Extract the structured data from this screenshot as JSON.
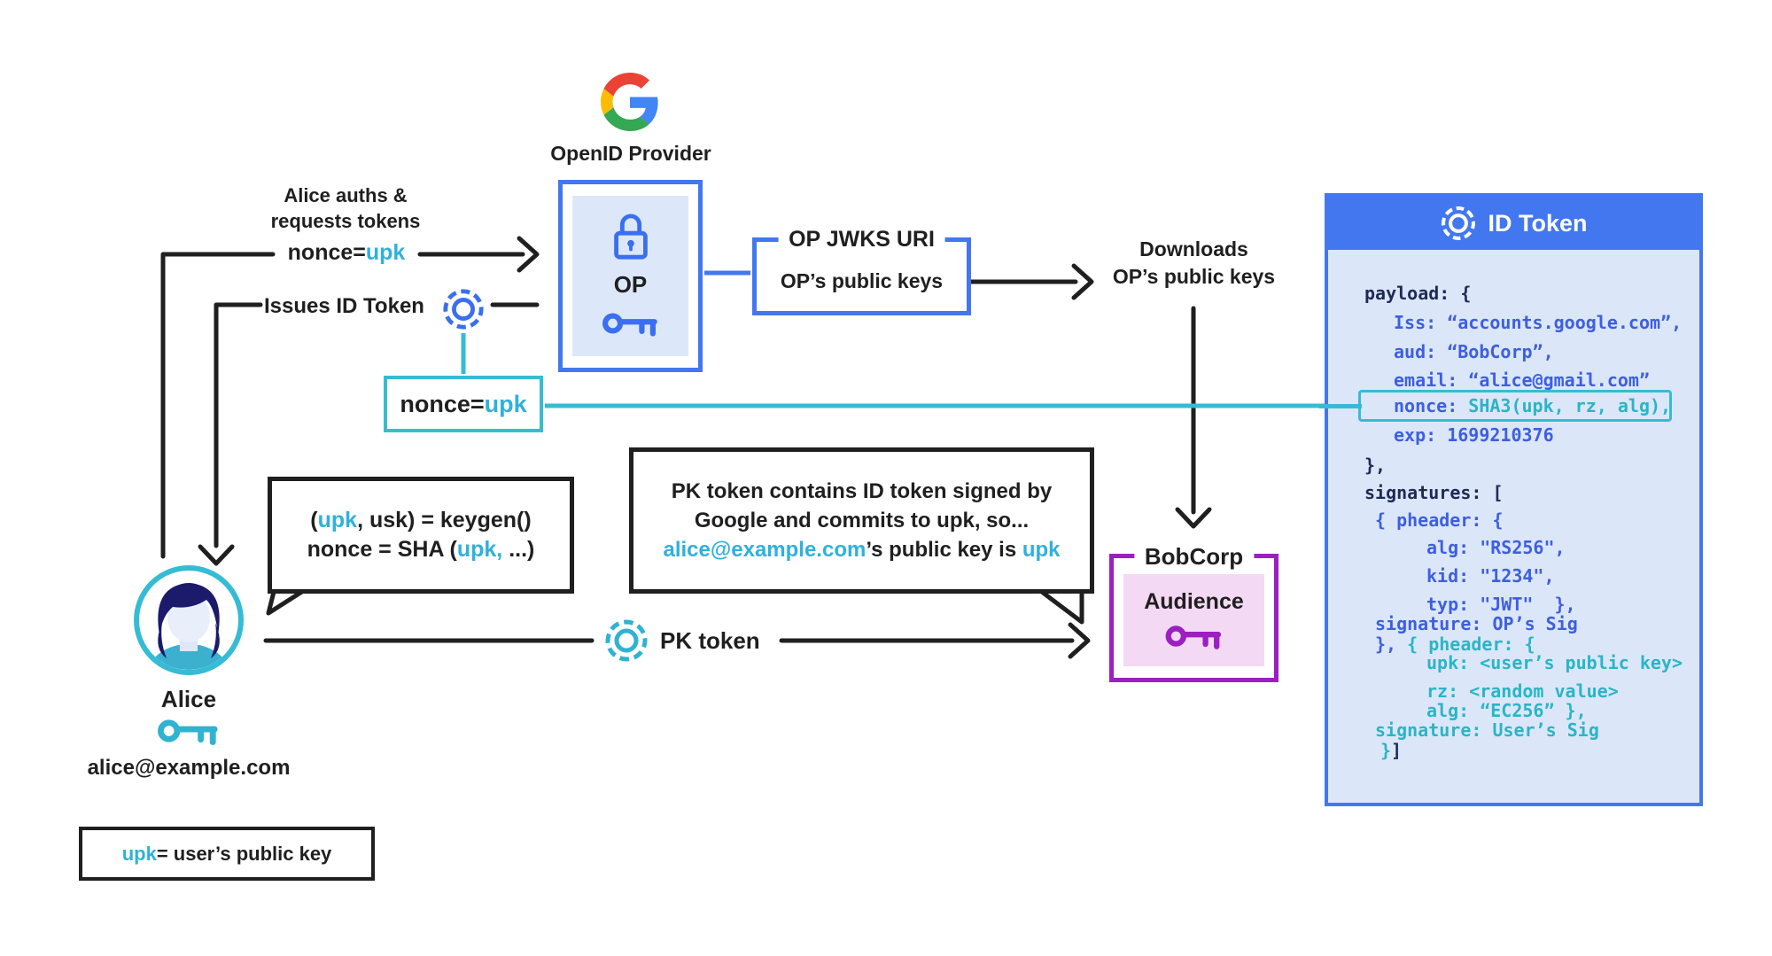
{
  "colors": {
    "accent_cyan": "#2fb1dc",
    "teal": "#35bcd4",
    "blue": "#4377f0",
    "code_blue": "#3d5fe0",
    "code_teal": "#2ab5c6",
    "code_dark": "#1e2a56",
    "purple": "#9b1fc1",
    "light_blue_bg": "#dbe6f9",
    "light_purple_bg": "#f4d9f4",
    "ink": "#1f1f1f"
  },
  "icons": {
    "google_logo": "google-g-logo",
    "op_lock": "lock-icon",
    "op_key": "key-icon",
    "token_badge": "token-chip-icon",
    "alice_avatar": "woman-avatar",
    "alice_key": "key-icon",
    "audience_key": "key-icon"
  },
  "openid": {
    "provider_label": "OpenID Provider"
  },
  "flow": {
    "auth_line1": "Alice auths &",
    "auth_line2": "requests tokens",
    "auth_nonce_pre": "nonce=",
    "auth_nonce_upk": "upk",
    "issues_label": "Issues ID Token",
    "downloads_line1": "Downloads",
    "downloads_line2": "OP’s public keys",
    "pk_token_label": "PK token"
  },
  "op_box": {
    "label": "OP"
  },
  "jwks_box": {
    "title": "OP JWKS URI",
    "body": "OP’s public keys"
  },
  "nonce_box": {
    "pre": "nonce=",
    "upk": "upk"
  },
  "keygen_bubble": {
    "l1_a": "(",
    "l1_upk": "upk",
    "l1_b": ", usk) = keygen()",
    "l2_a": "nonce = SHA (",
    "l2_upk": "upk,",
    "l2_b": " ...)"
  },
  "pk_bubble": {
    "line1": "PK token contains ID token signed by",
    "line2": "Google and commits to upk, so...",
    "line3_email": "alice@example.com",
    "line3_mid": "’s public key is ",
    "line3_upk": "upk"
  },
  "alice": {
    "name": "Alice",
    "email": "alice@example.com"
  },
  "bobcorp": {
    "title": "BobCorp",
    "audience_label": "Audience"
  },
  "legend": {
    "upk": "upk",
    "rest": " = user’s public key"
  },
  "id_token": {
    "title": "ID Token",
    "lines": [
      {
        "a": "payload: {"
      },
      {
        "a": "Iss: “accounts.google.com”,"
      },
      {
        "a": "aud: “BobCorp”,"
      },
      {
        "a": "email: “alice@gmail.com”"
      },
      {
        "a": "nonce: ",
        "b": "SHA3(upk, rz, alg),"
      },
      {
        "a": "exp: 1699210376"
      },
      {
        "a": "},"
      },
      {
        "a": "signatures: ["
      },
      {
        "a": "{ pheader: {"
      },
      {
        "a": "alg: \"RS256\","
      },
      {
        "a": "kid: \"1234\","
      },
      {
        "a": "typ: \"JWT\"  },"
      },
      {
        "a": "signature: OP’s Sig"
      },
      {
        "a": "}, ",
        "b": "{ pheader: {"
      },
      {
        "a": "upk: <user’s public key>"
      },
      {
        "a": "rz: <random value>"
      },
      {
        "a": "alg: “EC256” },"
      },
      {
        "a": "signature: User’s Sig"
      },
      {
        "a": "}",
        "b": "]"
      }
    ]
  }
}
